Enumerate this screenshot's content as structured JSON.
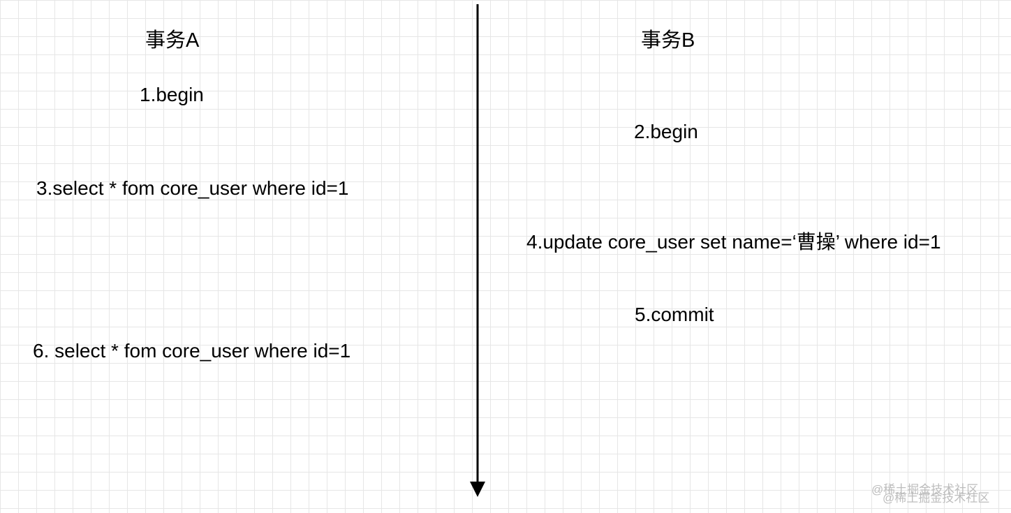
{
  "diagram": {
    "transaction_a": {
      "title": "事务A",
      "steps": [
        "1.begin",
        "3.select * fom core_user where id=1",
        "6. select * fom core_user where id=1"
      ]
    },
    "transaction_b": {
      "title": "事务B",
      "steps": [
        "2.begin",
        "4.update core_user set name=‘曹操’ where id=1",
        "5.commit"
      ]
    },
    "watermark": "@稀土掘金技术社区",
    "colors": {
      "grid": "#e6e6e6",
      "line": "#000000",
      "text": "#000000",
      "watermark": "#bdbdbd"
    }
  }
}
